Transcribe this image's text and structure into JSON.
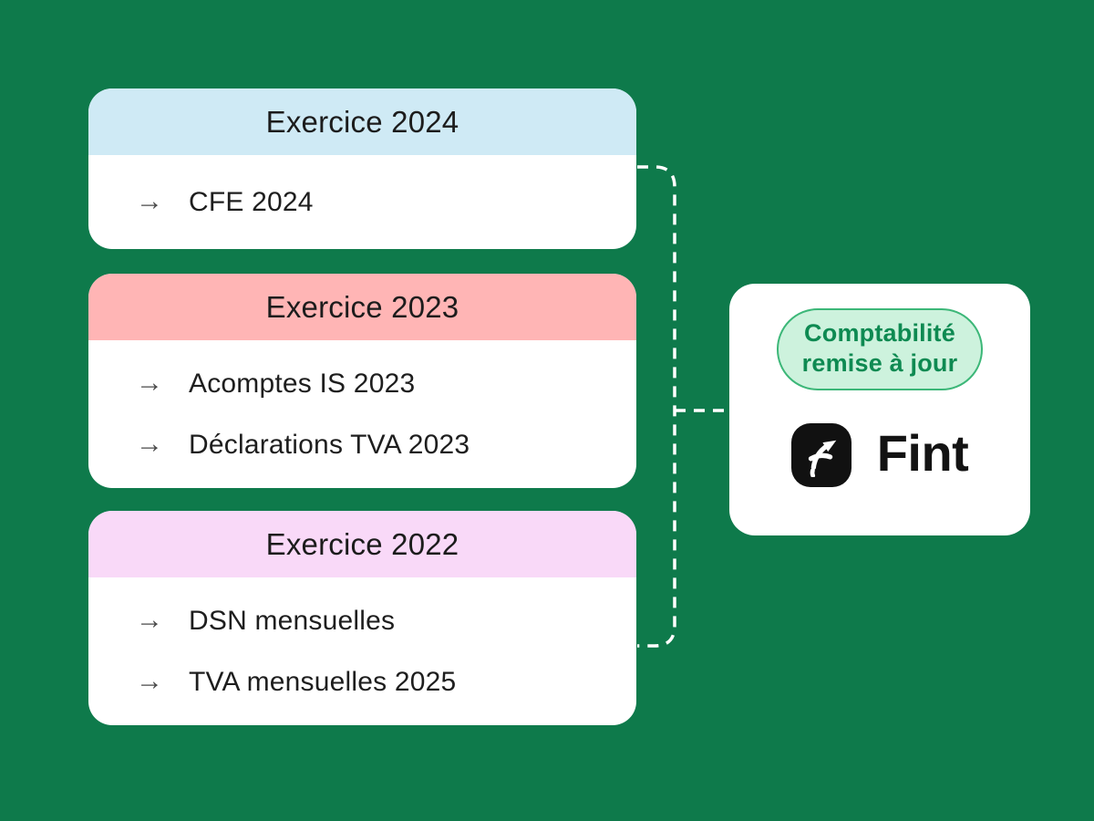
{
  "canvas": {
    "bg_color": "#0e7a4b"
  },
  "arrow_glyph": "→",
  "exercise_cards": [
    {
      "title": "Exercice 2024",
      "header_bg": "#cfeaf5",
      "items": [
        "CFE 2024"
      ]
    },
    {
      "title": "Exercice 2023",
      "header_bg": "#ffb5b5",
      "items": [
        "Acomptes IS 2023",
        "Déclarations TVA 2023"
      ]
    },
    {
      "title": "Exercice 2022",
      "header_bg": "#f9d9f8",
      "items": [
        "DSN mensuelles",
        "TVA mensuelles 2025"
      ]
    }
  ],
  "result_card": {
    "badge": {
      "line1": "Comptabilité",
      "line2": "remise à jour",
      "bg_color": "#cdf2dd",
      "border_color": "#3cb778",
      "text_color": "#0e8a52"
    },
    "brand": {
      "name": "Fint",
      "icon": "fint-feather-logo-icon",
      "icon_bg": "#111111",
      "icon_glyph_color": "#ffffff",
      "name_color": "#131313"
    }
  },
  "connector": {
    "color": "#ffffff"
  }
}
